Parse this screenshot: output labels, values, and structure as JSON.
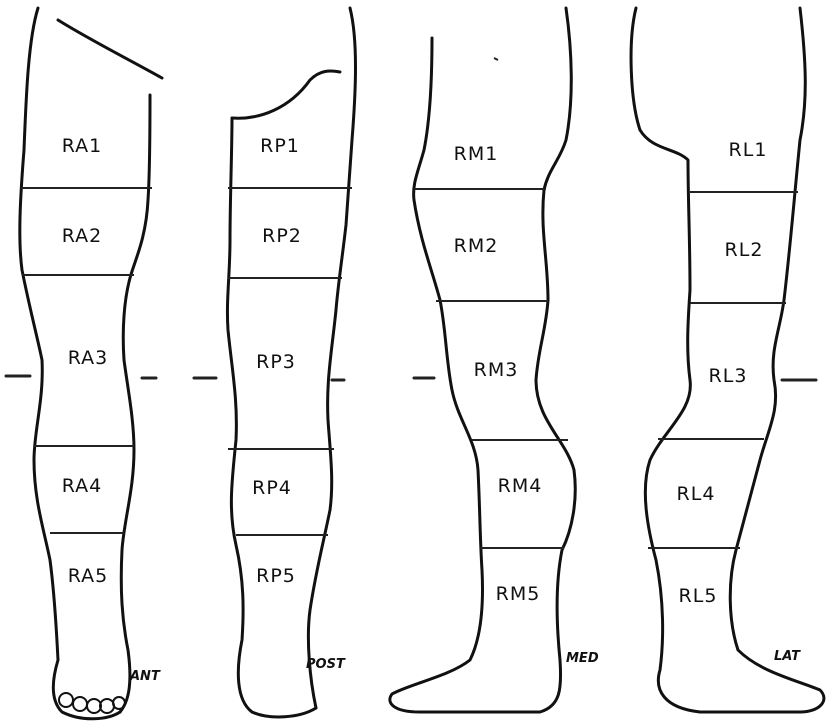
{
  "legs": [
    {
      "id": "anterior",
      "view_label": "ANT",
      "zones": [
        "RA1",
        "RA2",
        "RA3",
        "RA4",
        "RA5"
      ]
    },
    {
      "id": "posterior",
      "view_label": "POST",
      "zones": [
        "RP1",
        "RP2",
        "RP3",
        "RP4",
        "RP5"
      ]
    },
    {
      "id": "medial",
      "view_label": "MED",
      "zones": [
        "RM1",
        "RM2",
        "RM3",
        "RM4",
        "RM5"
      ]
    },
    {
      "id": "lateral",
      "view_label": "LAT",
      "zones": [
        "RL1",
        "RL2",
        "RL3",
        "RL4",
        "RL5"
      ]
    }
  ]
}
